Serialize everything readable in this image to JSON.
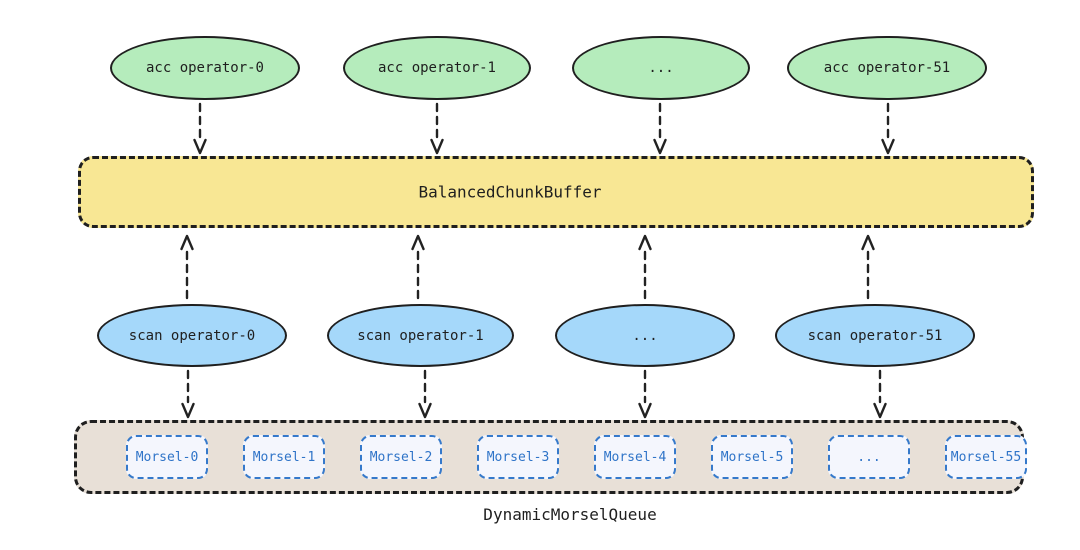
{
  "diagram": {
    "acc_operators": [
      "acc operator-0",
      "acc operator-1",
      "...",
      "acc operator-51"
    ],
    "buffer_label": "BalancedChunkBuffer",
    "scan_operators": [
      "scan operator-0",
      "scan operator-1",
      "...",
      "scan operator-51"
    ],
    "queue": {
      "label": "DynamicMorselQueue",
      "morsels": [
        "Morsel-0",
        "Morsel-1",
        "Morsel-2",
        "Morsel-3",
        "Morsel-4",
        "Morsel-5",
        "...",
        "Morsel-55"
      ]
    },
    "colors": {
      "acc_operator_fill": "#b5ecbc",
      "scan_operator_fill": "#a5d8fa",
      "buffer_fill": "#f8e794",
      "queue_fill": "#e8e0d7",
      "morsel_fill": "#f4f6fd",
      "morsel_accent": "#2f74c8",
      "ink": "#1f1f1f"
    }
  }
}
